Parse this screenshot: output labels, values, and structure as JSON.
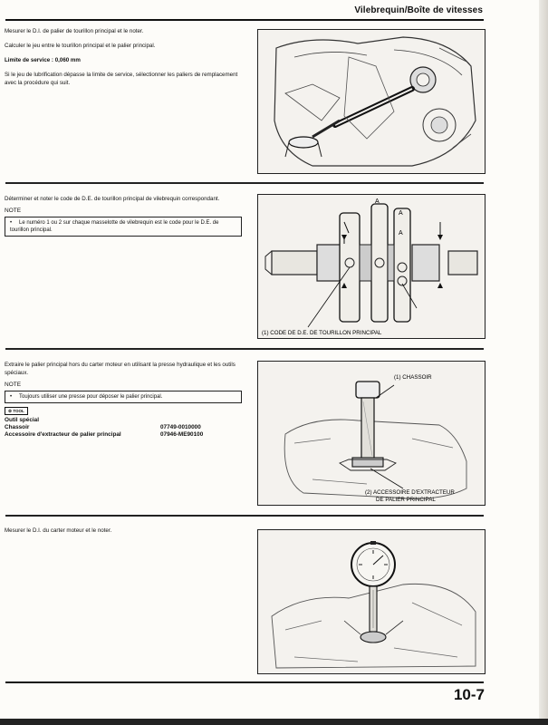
{
  "header": {
    "title": "Vilebrequin/Boîte de vitesses"
  },
  "sections": [
    {
      "paragraphs": [
        "Mesurer le D.I. de palier de tourillon principal et le noter.",
        "Calculer le jeu entre le tourillon principal et le palier principal."
      ],
      "limit_label": "Limite de service : 0,060 mm",
      "paragraph_after": "Si le jeu de lubrification dépasse la limite de service, sélectionner les paliers de remplacement avec la procédure qui suit."
    },
    {
      "paragraph": "Déterminer et noter le code de D.E. de tourillon principal de vilebrequin correspondant.",
      "note_label": "NOTE",
      "note_text": "Le numéro 1 ou 2 sur chaque masselotte de vilebrequin est le code pour le D.E. de tourillon principal.",
      "figure_callout": "(1) CODE DE D.E. DE TOURILLON PRINCIPAL",
      "stamp_letters": [
        "A",
        "A",
        "A"
      ]
    },
    {
      "paragraph": "Extraire le palier principal hors du carter moteur en utilisant la presse hydraulique et les outils spéciaux.",
      "note_label": "NOTE",
      "note_text": "Toujours utiliser une presse pour déposer le palier principal.",
      "tool_badge": "TOOL",
      "tools_heading": "Outil spécial",
      "tools": [
        {
          "name": "Chassoir",
          "code": "07749-0010000"
        },
        {
          "name": "Accessoire d'extracteur de palier principal",
          "code": "07946-ME90100"
        }
      ],
      "callout_1": "(1) CHASSOIR",
      "callout_2_line1": "(2) ACCESSOIRE D'EXTRACTEUR",
      "callout_2_line2": "DE PALIER PRINCIPAL"
    },
    {
      "paragraph": "Mesurer le D.I. du carter moteur et le noter."
    }
  ],
  "page_number": "10-7"
}
